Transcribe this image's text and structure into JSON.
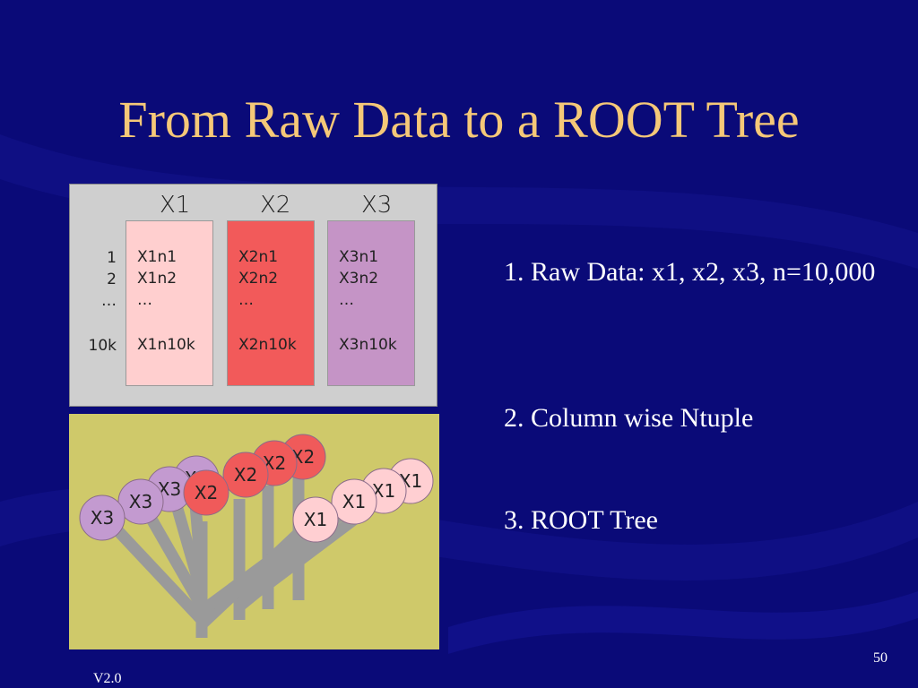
{
  "slide": {
    "title": "From Raw Data to a ROOT Tree",
    "page_number": "50",
    "version": "V2.0"
  },
  "ntuple": {
    "columns": [
      {
        "header": "X1",
        "cells": [
          "X1n1",
          "X1n2",
          "…",
          "X1n10k"
        ],
        "color": "#ffcfcf"
      },
      {
        "header": "X2",
        "cells": [
          "X2n1",
          "X2n2",
          "…",
          "X2n10k"
        ],
        "color": "#f25a5a"
      },
      {
        "header": "X3",
        "cells": [
          "X3n1",
          "X3n2",
          "…",
          "X3n10k"
        ],
        "color": "#c594c6"
      }
    ],
    "row_labels": [
      "1",
      "2",
      "…",
      "10k"
    ]
  },
  "tree": {
    "labels": {
      "x1": "X1",
      "x2": "X2",
      "x3": "X3"
    },
    "colors": {
      "x1": "#ffcfd2",
      "x2": "#f05a5a",
      "x3": "#c39ad0",
      "branch": "#9a9a9a"
    }
  },
  "bullets": [
    "1. Raw Data: x1, x2, x3, n=10,000",
    "2. Column wise Ntuple",
    "3. ROOT Tree"
  ]
}
